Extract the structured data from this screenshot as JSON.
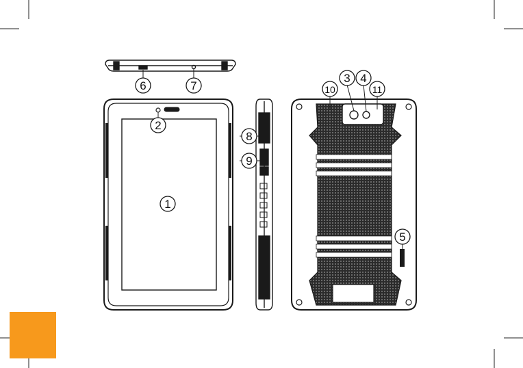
{
  "callouts": {
    "c1": "1",
    "c2": "2",
    "c3": "3",
    "c4": "4",
    "c5": "5",
    "c6": "6",
    "c7": "7",
    "c8": "8",
    "c9": "9",
    "c10": "10",
    "c11": "11"
  },
  "colors": {
    "accent_block": "#f7991c",
    "line": "#1a1a1a",
    "texture": "#2b2b2b"
  },
  "views": [
    "top-edge-view",
    "front-view",
    "side-view",
    "back-view"
  ]
}
